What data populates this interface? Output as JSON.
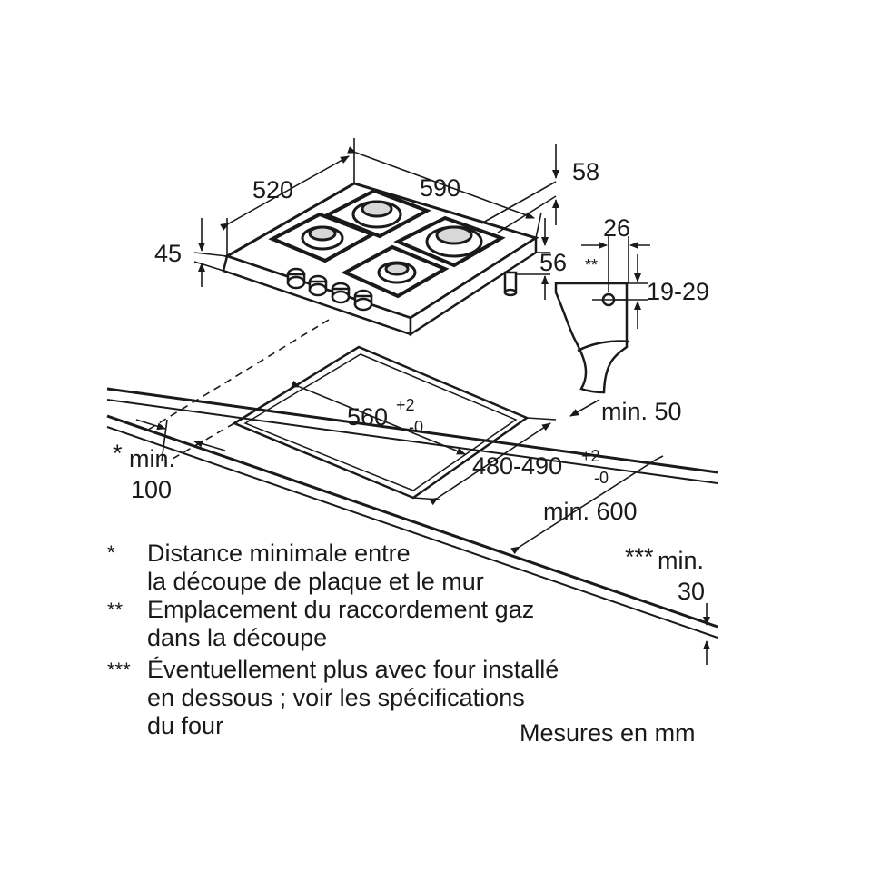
{
  "dimensions": {
    "width_top": "520",
    "depth_top": "590",
    "gas_connection_height": "58",
    "side_height": "45",
    "side_connection": "56",
    "bracket_width": "26",
    "bracket_marker": "**",
    "bracket_height": "19-29",
    "cutout_width": "560",
    "cutout_width_tol_plus": "+2",
    "cutout_width_tol_minus": "-0",
    "cutout_depth": "480-490",
    "cutout_depth_tol_plus": "+2",
    "cutout_depth_tol_minus": "-0",
    "min_back": "min. 50",
    "min_wall_star": "*",
    "min_wall_label": "min.",
    "min_wall_value": "100",
    "min_front": "min. 600",
    "min_below_stars": "***",
    "min_below_label": "min.",
    "min_below_value": "30"
  },
  "notes": [
    {
      "marker": "*",
      "line1": "Distance minimale entre",
      "line2": "la découpe de plaque et le mur",
      "line3": ""
    },
    {
      "marker": "**",
      "line1": "Emplacement du raccordement gaz",
      "line2": "dans la découpe",
      "line3": ""
    },
    {
      "marker": "***",
      "line1": "Éventuellement plus avec four installé",
      "line2": "en dessous ; voir les spécifications",
      "line3": "du four"
    }
  ],
  "units_note": "Mesures en mm"
}
